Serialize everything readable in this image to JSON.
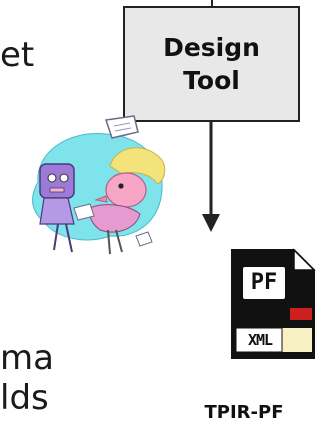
{
  "slide": {
    "background": "#ffffff",
    "text_fragments": [
      "et",
      "ma",
      "lds"
    ]
  },
  "design_tool_box": {
    "line1": "Design",
    "line2": "Tool",
    "fill": "#e8e8e8",
    "border": "#222222"
  },
  "file_icon": {
    "top_text": "PF",
    "bottom_text": "XML",
    "accent": "#cc1f1f",
    "band": "#f6f0c2"
  },
  "caption": "TPIR-PF",
  "clipart": {
    "icon": "cartoon-figures-with-papers-icon",
    "blob_color": "#7fe3ec"
  }
}
